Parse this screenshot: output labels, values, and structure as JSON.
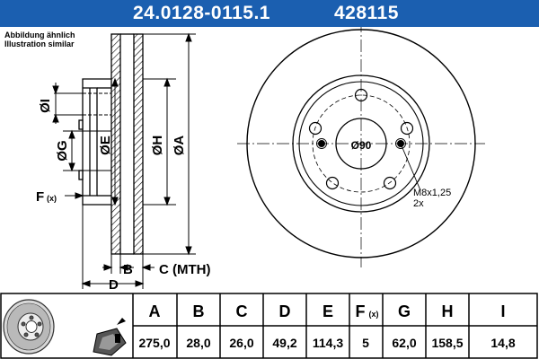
{
  "header": {
    "article_number": "24.0128-0115.1",
    "ate_number": "428115"
  },
  "note": {
    "line1": "Abbildung ähnlich",
    "line2": "Illustration similar"
  },
  "drawing": {
    "label_I": "ØI",
    "label_G": "ØG",
    "label_E": "ØE",
    "label_H": "ØH",
    "label_A": "ØA",
    "label_F": "F",
    "label_F_sub": "(x)",
    "label_B": "B",
    "label_C": "C (MTH)",
    "label_D": "D",
    "center_bore": "Ø90",
    "thread_spec": "M8x1,25",
    "thread_count": "2x"
  },
  "table": {
    "headers": [
      "A",
      "B",
      "C",
      "D",
      "E",
      "F",
      "G",
      "H",
      "I"
    ],
    "header_F_sub": "(x)",
    "values": [
      "275,0",
      "28,0",
      "26,0",
      "49,2",
      "114,3",
      "5",
      "62,0",
      "158,5",
      "14,8"
    ]
  },
  "colors": {
    "header_bg": "#1b5fb0",
    "line": "#000000",
    "hatch_fill": "#e6e6e6"
  }
}
